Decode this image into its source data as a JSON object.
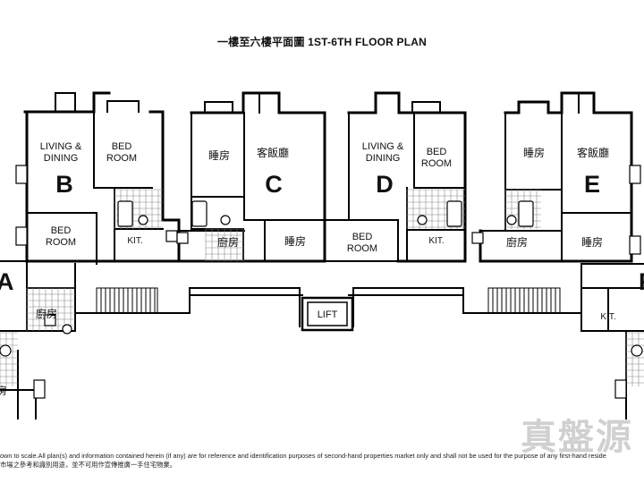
{
  "title": "一樓至六樓平面圖 1ST-6TH FLOOR PLAN",
  "units": {
    "a": "A",
    "b": "B",
    "c": "C",
    "d": "D",
    "e": "E",
    "f": "F"
  },
  "rooms": {
    "living_dining": "LIVING &",
    "living_dining_2": "DINING",
    "bed": "BED",
    "room": "ROOM",
    "kit": "KIT.",
    "bedroom_cn": "睡房",
    "living_cn": "客飯廳",
    "kitchen_cn": "廚房",
    "bedroom_cn_partial": "房",
    "lift": "LIFT"
  },
  "disclaimer": {
    "line1": "own to scale.All plan(s) and information contained herein (if any) are for reference and identification purposes of second-hand properties market only and shall not be used for the purpose of any first-hand reside",
    "line2": "市場之參考和識別用途，並不可用作宣傳推廣一手住宅物業。"
  },
  "watermark": "真盤源"
}
